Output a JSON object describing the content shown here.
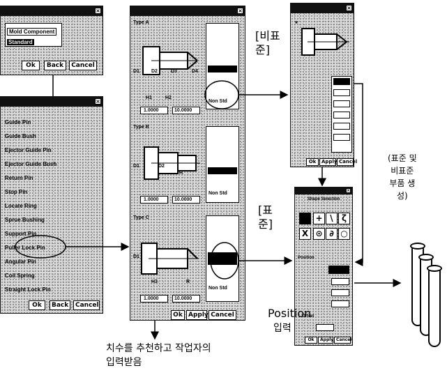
{
  "dialog_mold": {
    "items": [
      "Mold Component",
      "Standard"
    ],
    "buttons": [
      "Ok",
      "Back",
      "Cancel"
    ]
  },
  "dialog_list": {
    "items": [
      "Guide Pin",
      "Guide Bush",
      "Ejector Guide Pin",
      "Ejector Guide Bush",
      "Return Pin",
      "Stop Pin",
      "Locate Ring",
      "Sprue Bushing",
      "Support Pin",
      "Puller Lock Pin",
      "Angular Pin",
      "Coil Spring",
      "Straight Lock Pin"
    ],
    "buttons": [
      "Ok",
      "Back",
      "Cancel"
    ]
  },
  "dialog_types": {
    "type_labels": [
      "Type A",
      "Type B",
      "Type C"
    ],
    "footer_buttons": [
      "Ok",
      "Apply",
      "Cancel"
    ],
    "field_labels": [
      "D1",
      "D2",
      "D3",
      "D4",
      "H",
      "H1",
      "H2",
      "H3",
      "R"
    ],
    "values": [
      "1.0000",
      "10.0000"
    ]
  },
  "dialog_shape": {
    "title": "Shape Selection",
    "footer_buttons": [
      "Ok",
      "Apply",
      "Cancel"
    ]
  },
  "dialog_position": {
    "labels": [
      "Position",
      "Offset"
    ],
    "footer_buttons": [
      "Ok",
      "Apply",
      "Cancel"
    ]
  },
  "annotations": {
    "nonstandard": "[비표\n준]",
    "standard": "[표\n준]",
    "generate": "(표준 및\n비표준\n부품 생\n성)",
    "position_line1": "Position",
    "position_line2": "입력",
    "bottom_caption": "치수를 추천하고 작업자의\n입력받음"
  }
}
